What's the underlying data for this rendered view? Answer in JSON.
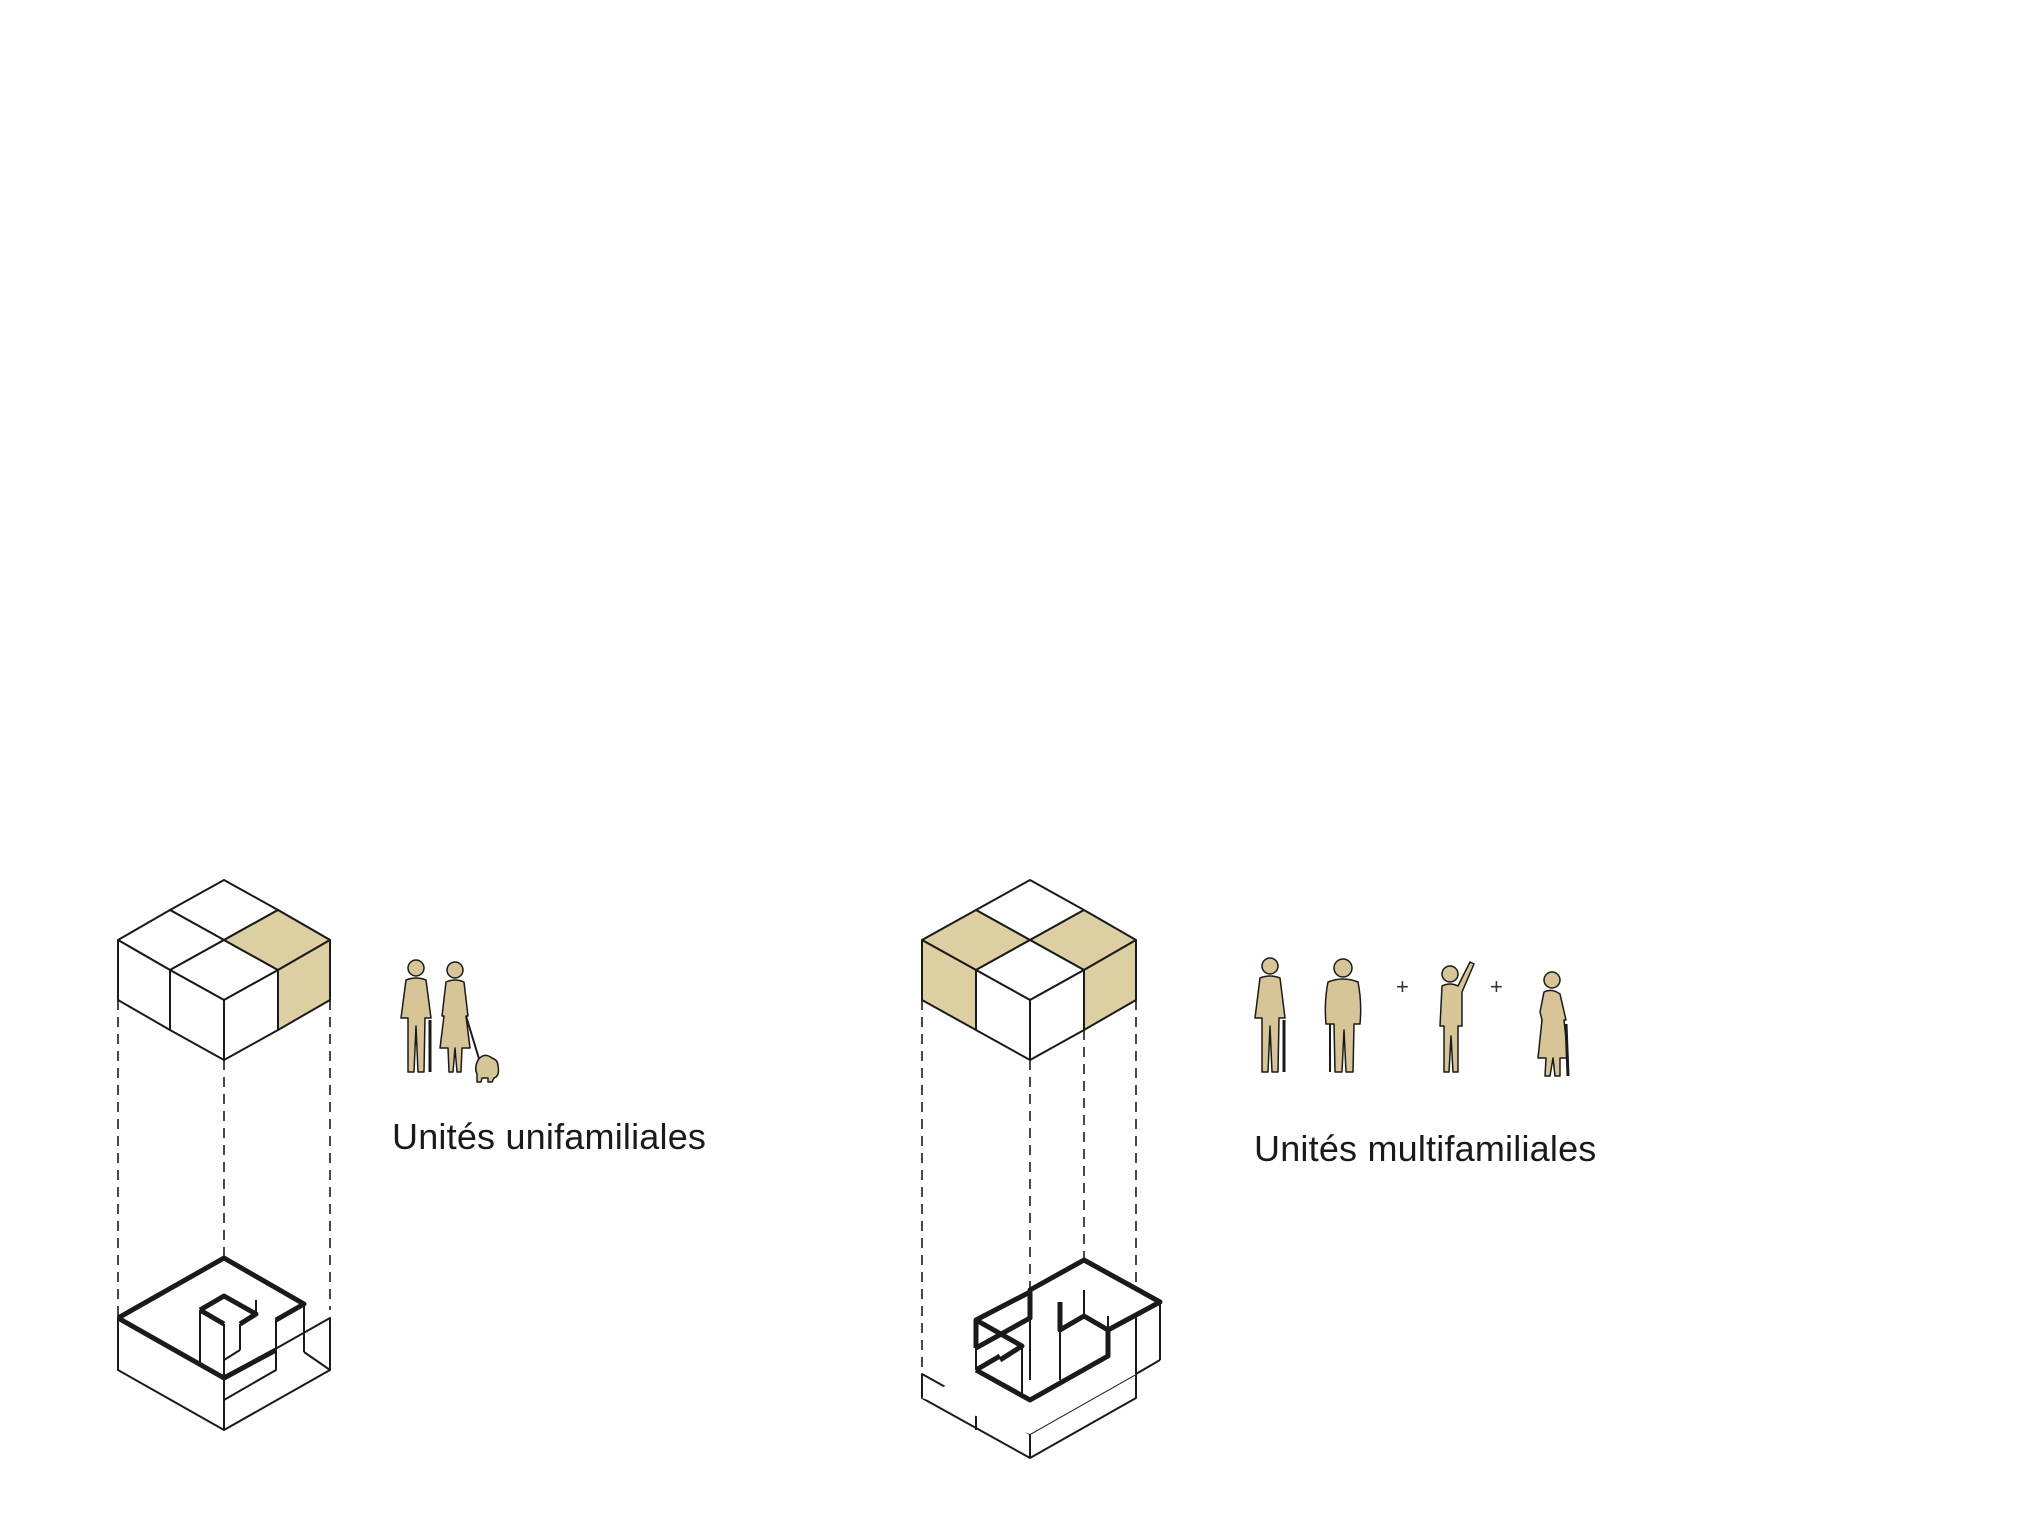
{
  "colors": {
    "accent_fill": "#dccfa1",
    "silhouette_fill": "#d7c497",
    "line": "#1a1a1a",
    "background": "#ffffff"
  },
  "diagrams": [
    {
      "caption": "Unités unifamiliales",
      "highlighted_units": 1,
      "total_units": 4,
      "occupants": [
        "elderly-man-with-cane-icon",
        "elderly-woman-with-dog-icon"
      ]
    },
    {
      "caption": "Unités multifamiliales",
      "highlighted_units": 2,
      "total_units": 4,
      "occupants": [
        "elderly-man-with-cane-icon",
        "elderly-man-icon",
        "child-waving-icon",
        "elderly-woman-with-cane-icon"
      ],
      "separator": "+"
    }
  ]
}
